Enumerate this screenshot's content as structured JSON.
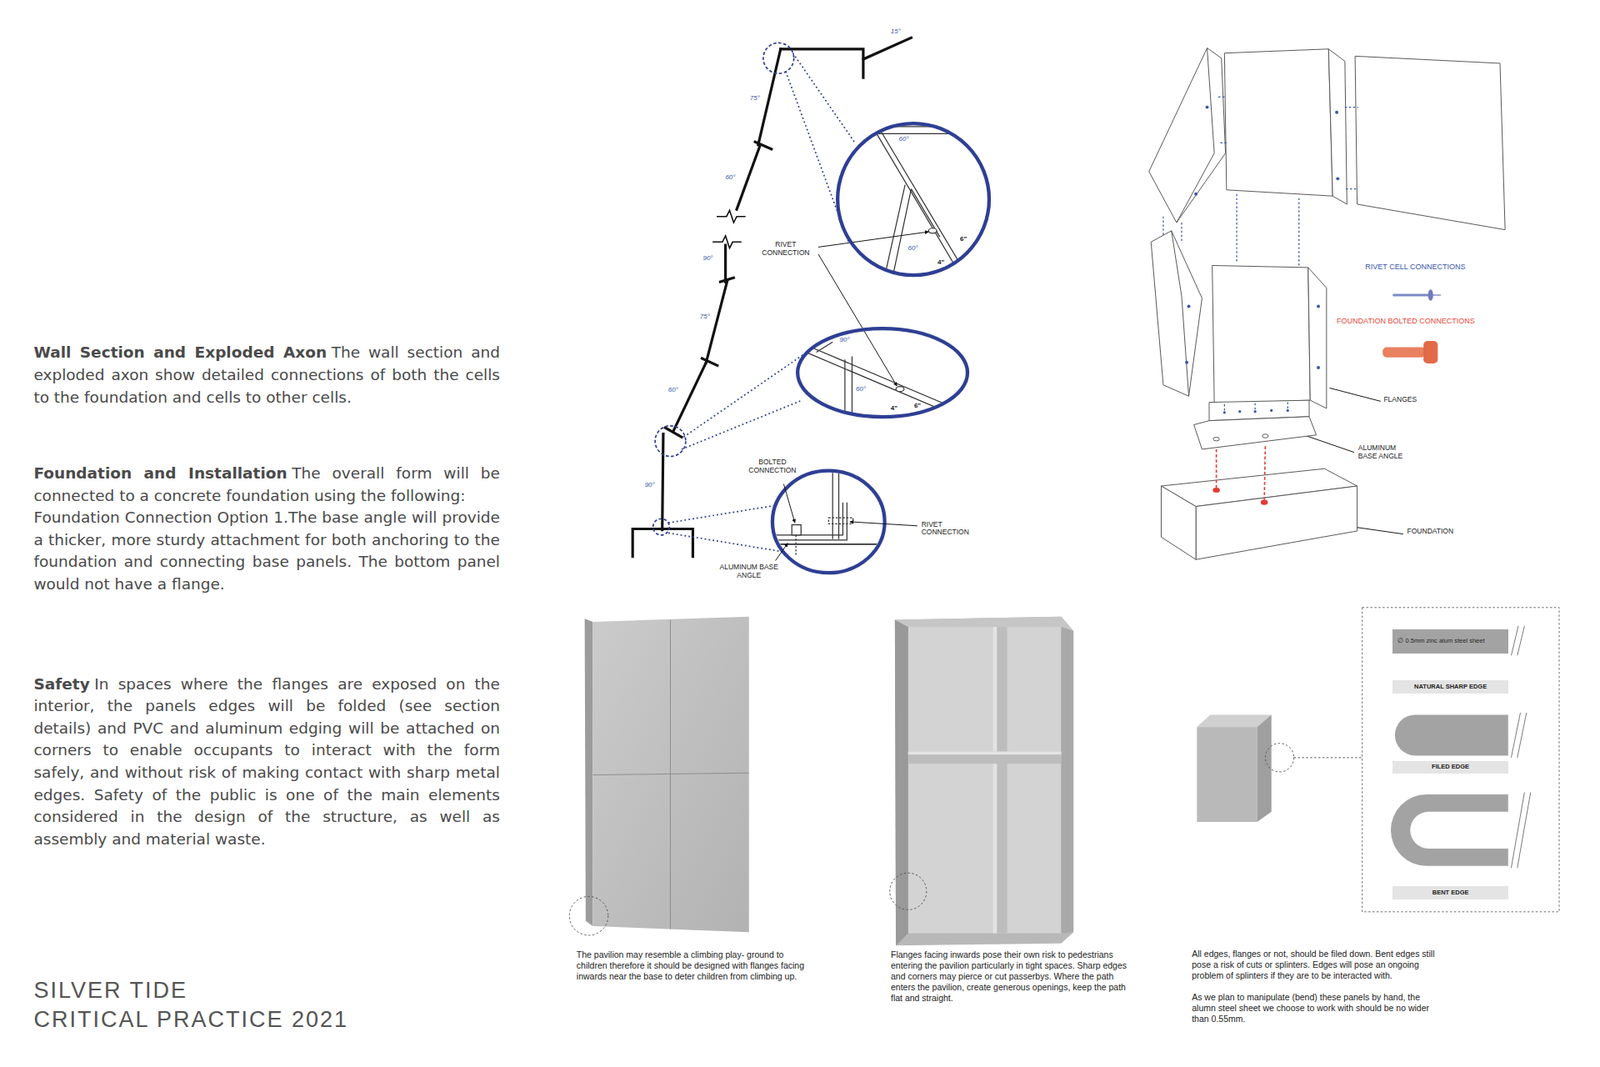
{
  "diagram": {
    "nodes": [
      {
        "text": [
          "60°",
          "60°",
          "6\"",
          "4\""
        ]
      },
      {
        "text": [
          "90°",
          "60°",
          "6\"",
          "4\""
        ]
      },
      {
        "text": [
          "∅ 0.5mm zinc alum steel sheet"
        ]
      },
      {
        "text": [
          "NATURAL SHARP EDGE"
        ]
      },
      {
        "text": [
          "FILED EDGE"
        ]
      },
      {
        "text": [
          "BENT EDGE"
        ]
      }
    ],
    "labels": [
      "Wall Section and Exploded Axon",
      "The wall section and exploded axon show detailed connections of both the cells to the foundation and cells to other cells.",
      "Foundation and Installation",
      "The overall form will be connected to a concrete foundation using the following:",
      "Foundation Connection Option 1.The base angle will provide a thicker, more sturdy attachment for both anchoring to the foundation and connecting base panels. The bottom panel would not have a flange.",
      "Safety",
      "In spaces where the flanges are exposed on the interior, the panels edges will be folded (see section details) and PVC and aluminum edging will be attached on corners to enable occupants to interact with the form safely, and without risk of making contact with sharp metal edges. Safety of the public is one of the main elements considered in the design of the structure, as well as assembly and material waste.",
      "SILVER TIDE",
      "CRITICAL PRACTICE 2021",
      "15°",
      "75°",
      "60°",
      "90°",
      "75°",
      "60°",
      "90°",
      "RIVET CONNECTION",
      "BOLTED CONNECTION",
      "RIVET CONNECTION",
      "ALUMINUM BASE ANGLE",
      "FLANGES",
      "ALUMINUM BASE ANGLE",
      "FOUNDATION",
      "The pavilion may resemble a climbing play- ground to children therefore it should be designed with flanges facing inwards near the base to deter children from climbing up.",
      "Flanges facing inwards pose their own risk to pedestrians entering the pavilion particularly in tight spaces. Sharp edges and corners may pierce or cut passerbys. Where the path enters the pavilion, create generous openings, keep the path flat and straight.",
      "All edges, flanges or not, should be filed down. Bent edges still pose a risk of cuts or splinters. Edges will pose an ongoing problem of splinters if they are to be interacted with.",
      "As we plan to manipulate (bend) these panels by hand, the alumn steel sheet we choose to work with should be no wider than 0.55mm."
    ],
    "legend": [
      {
        "text": "RIVET CELL CONNECTIONS"
      },
      {
        "text": "FOUNDATION BOLTED CONNECTIONS"
      }
    ]
  }
}
